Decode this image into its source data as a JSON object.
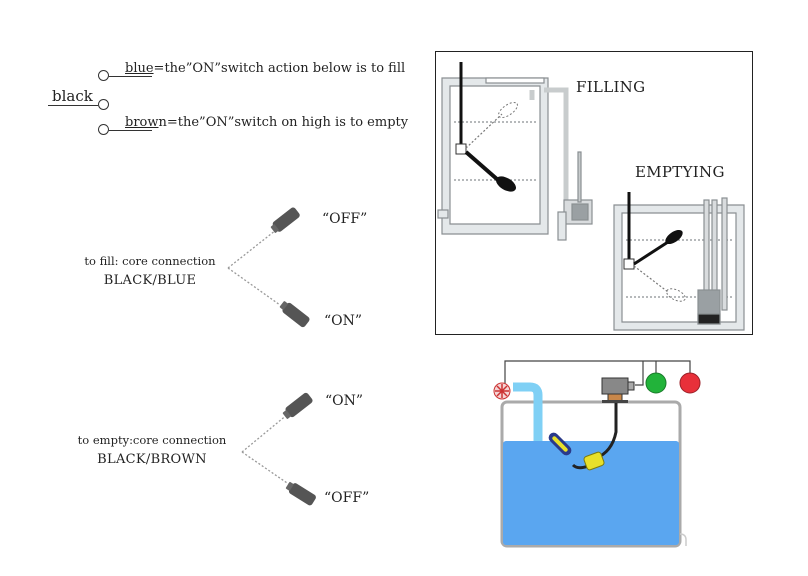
{
  "legend": {
    "common_wire": "black",
    "blue_line": {
      "color_word": "blue",
      "rest": "=the”ON”switch action below is to fill"
    },
    "brown_line": {
      "color_word": "brow",
      "color_word_tail": "n",
      "rest": "=the”ON”switch on high is to empty"
    }
  },
  "fill_section": {
    "line1": "to fill: core connection",
    "line2": "BLACK/BLUE",
    "upper_state": "“OFF”",
    "lower_state": "“ON”"
  },
  "empty_section": {
    "line1": "to empty:core connection",
    "line2": "BLACK/BROWN",
    "upper_state": "“ON”",
    "lower_state": "“OFF”"
  },
  "illustration_panel": {
    "filling_label": "FILLING",
    "emptying_label": "EMPTYING"
  },
  "tank_diagram": {
    "water_color": "#5aa6f0",
    "pipe_color": "#7fd0f5",
    "green_lamp": "#22b33a",
    "red_lamp": "#e8303a",
    "float_color": "#e8e02a",
    "float2_color": "#2a3a8a"
  }
}
